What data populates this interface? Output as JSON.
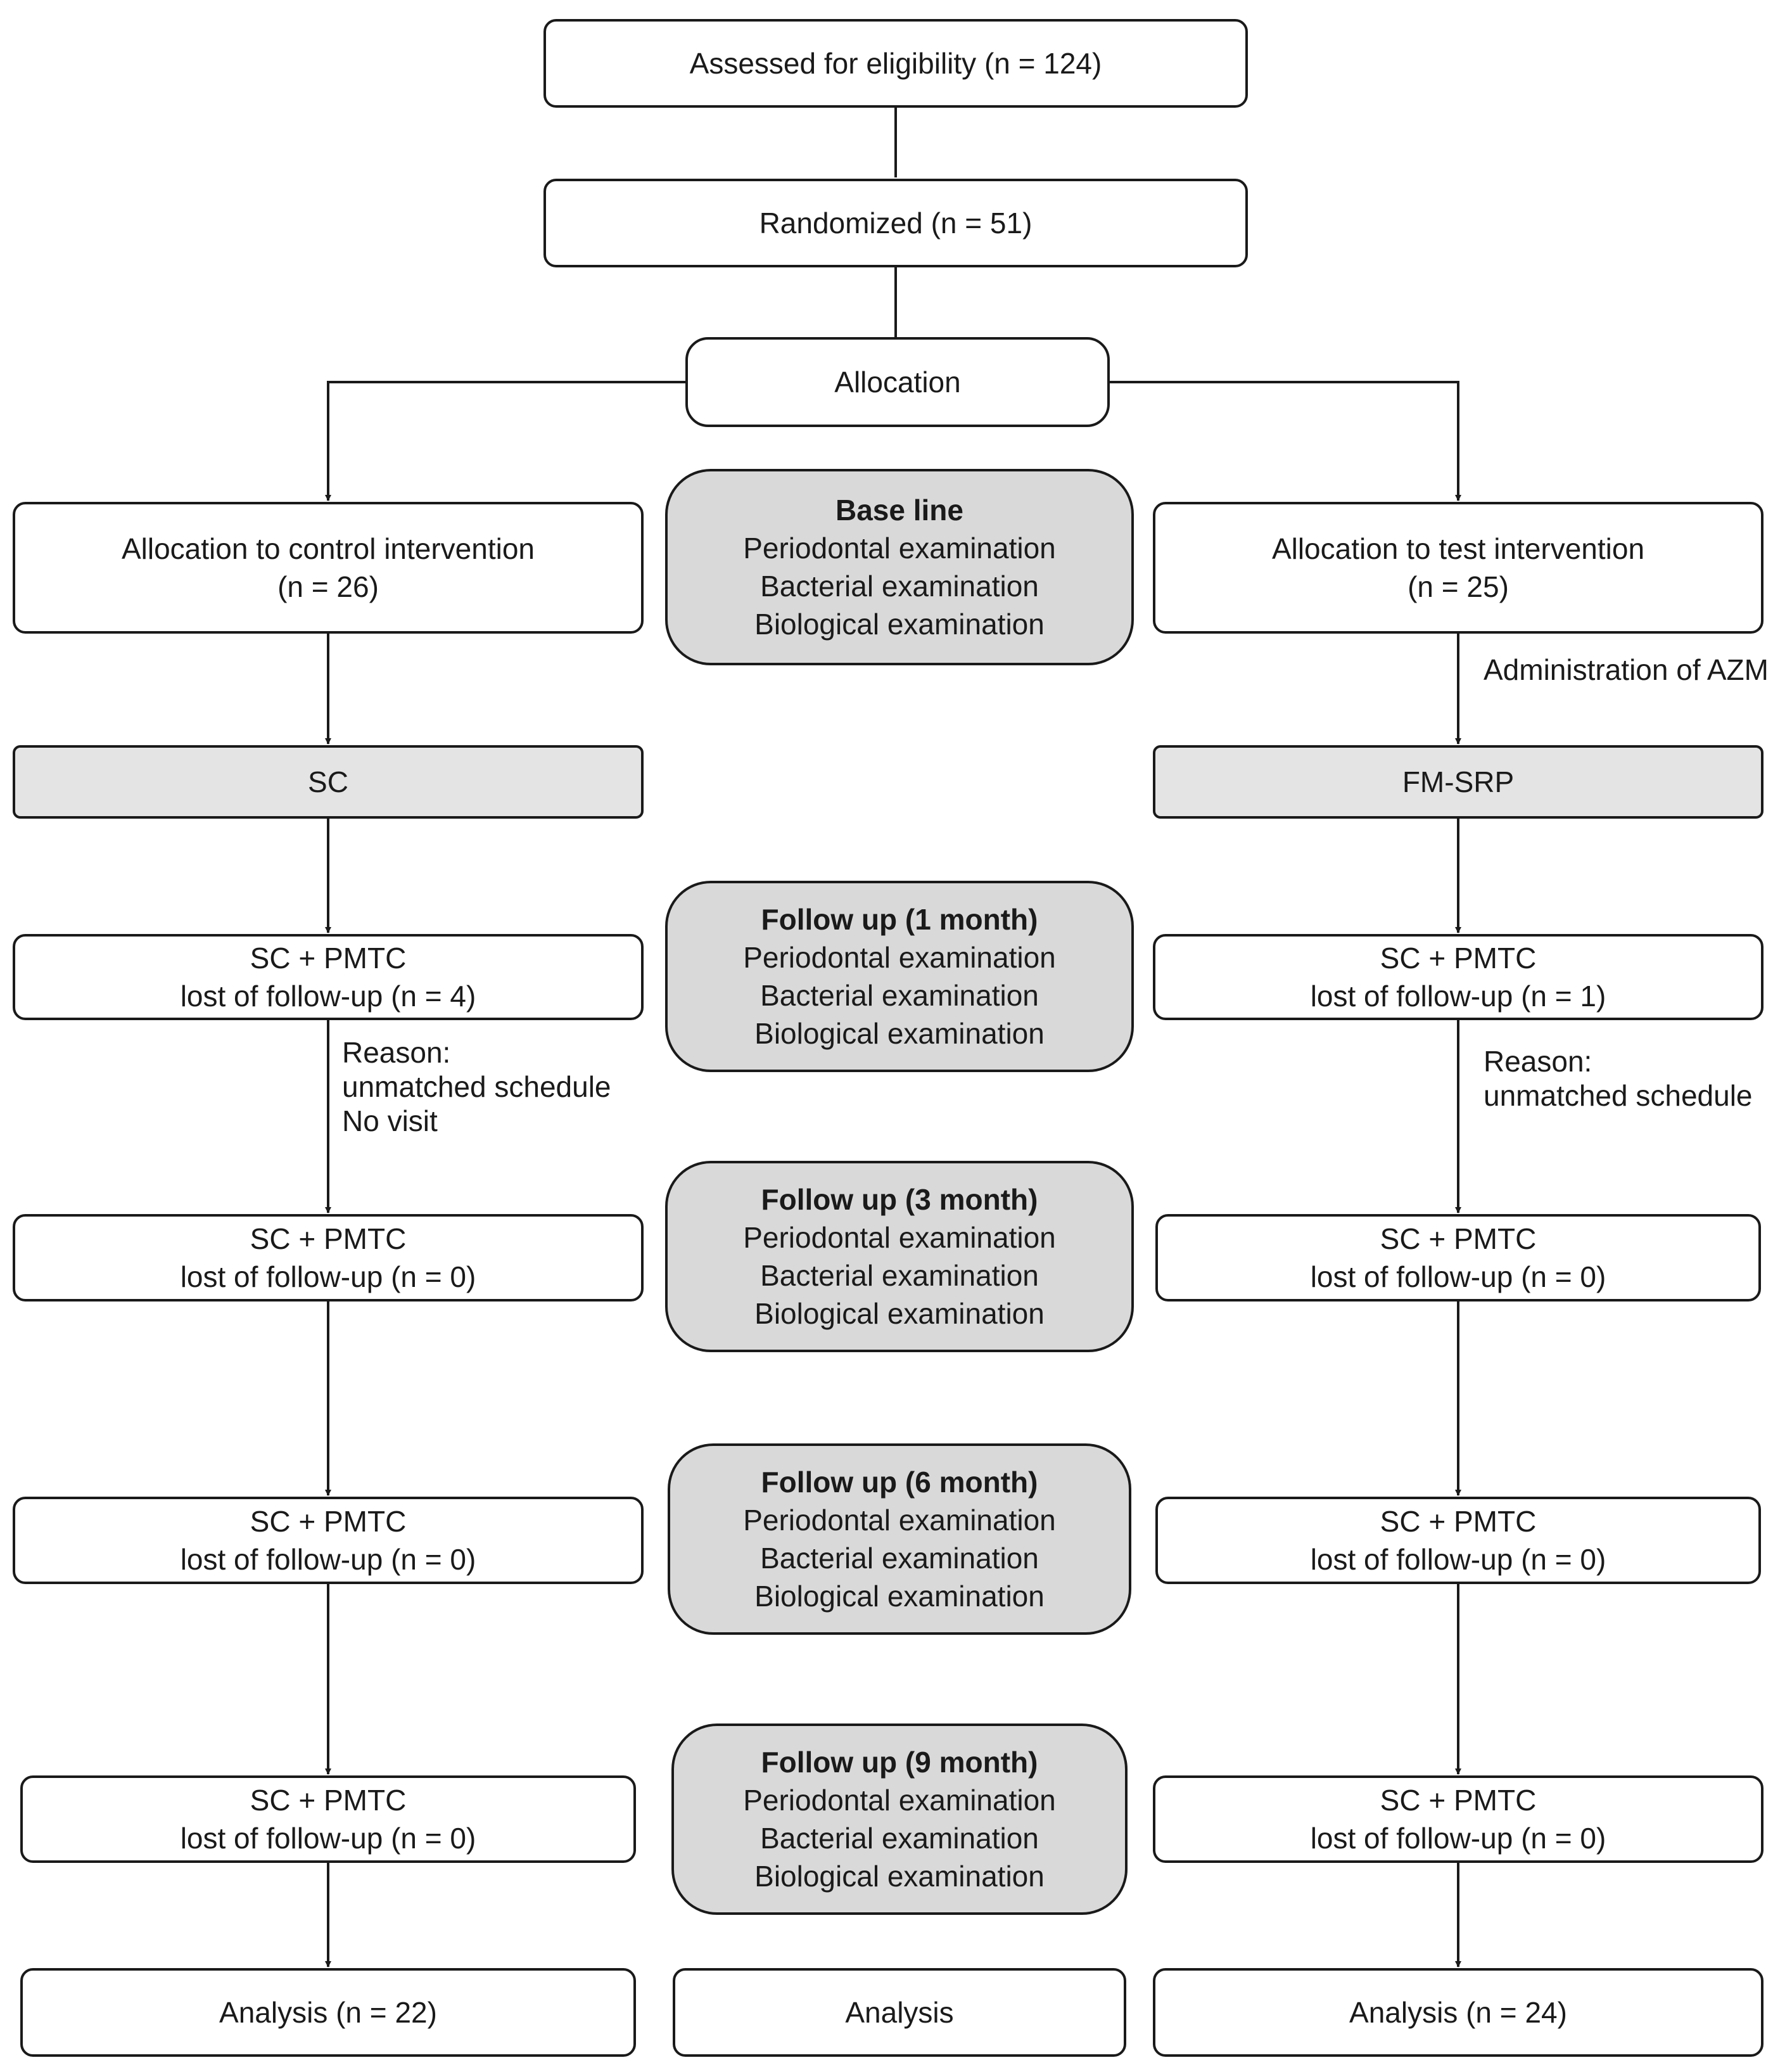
{
  "top": {
    "eligibility": "Assessed for eligibility  (n = 124)",
    "randomized": "Randomized (n = 51)",
    "allocation": "Allocation"
  },
  "control": {
    "allocation": [
      "Allocation to control intervention",
      "(n = 26)"
    ],
    "treatment": "SC",
    "fu1": [
      "SC + PMTC",
      "lost of follow-up (n = 4)"
    ],
    "fu1_reason": [
      "Reason:",
      "unmatched schedule",
      "No visit"
    ],
    "fu3": [
      "SC + PMTC",
      "lost of follow-up (n = 0)"
    ],
    "fu6": [
      "SC + PMTC",
      "lost of follow-up (n = 0)"
    ],
    "fu9": [
      "SC + PMTC",
      "lost of follow-up (n = 0)"
    ],
    "analysis": "Analysis (n = 22)"
  },
  "test": {
    "allocation": [
      "Allocation to test intervention",
      "(n = 25)"
    ],
    "administration": "Administration of AZM",
    "treatment": "FM-SRP",
    "fu1": [
      "SC + PMTC",
      "lost of follow-up (n = 1)"
    ],
    "fu1_reason": [
      "Reason:",
      "unmatched schedule"
    ],
    "fu3": [
      "SC + PMTC",
      "lost of follow-up (n = 0)"
    ],
    "fu6": [
      "SC + PMTC",
      "lost of follow-up (n = 0)"
    ],
    "fu9": [
      "SC + PMTC",
      "lost of follow-up (n = 0)"
    ],
    "analysis": "Analysis (n = 24)"
  },
  "center": {
    "exams": [
      {
        "title": "Base line",
        "items": [
          "Periodontal examination",
          "Bacterial examination",
          "Biological examination"
        ]
      },
      {
        "title": "Follow up (1 month)",
        "items": [
          "Periodontal examination",
          "Bacterial examination",
          "Biological examination"
        ]
      },
      {
        "title": "Follow up (3 month)",
        "items": [
          "Periodontal examination",
          "Bacterial examination",
          "Biological examination"
        ]
      },
      {
        "title": "Follow up (6 month)",
        "items": [
          "Periodontal examination",
          "Bacterial examination",
          "Biological examination"
        ]
      },
      {
        "title": "Follow up (9 month)",
        "items": [
          "Periodontal examination",
          "Bacterial examination",
          "Biological examination"
        ]
      }
    ],
    "analysis": "Analysis"
  }
}
